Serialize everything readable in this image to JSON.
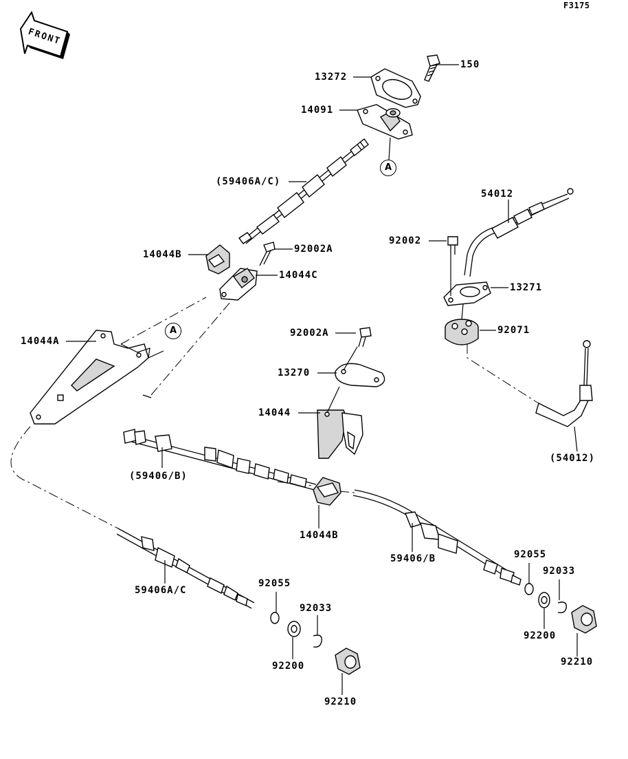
{
  "figure_code": "F3175",
  "front_label": "FRONT",
  "callout_letter": "A",
  "labels": {
    "l150": "150",
    "l13272": "13272",
    "l14091": "14091",
    "l59406ac_paren": "(59406A/C)",
    "l54012": "54012",
    "l92002": "92002",
    "l92002a_top": "92002A",
    "l14044b_top": "14044B",
    "l14044c": "14044C",
    "l13271": "13271",
    "l92071": "92071",
    "l14044a": "14044A",
    "l92002a_mid": "92002A",
    "l13270": "13270",
    "l14044": "14044",
    "l54012_paren": "(54012)",
    "l59406b_paren": "(59406/B)",
    "l14044b_bottom": "14044B",
    "l59406b": "59406/B",
    "l92055_right": "92055",
    "l92033_right": "92033",
    "l59406ac": "59406A/C",
    "l92055_left": "92055",
    "l92033_left": "92033",
    "l92200_right": "92200",
    "l92210_right": "92210",
    "l92200_left": "92200",
    "l92210_left": "92210"
  }
}
